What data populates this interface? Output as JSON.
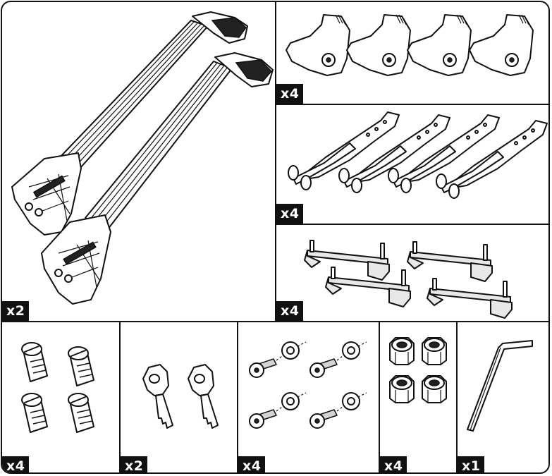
{
  "components": [
    {
      "id": "roof-bars",
      "quantity": "x2",
      "icon": "roof-bar-pair-icon"
    },
    {
      "id": "end-covers",
      "quantity": "x4",
      "icon": "end-cover-icon"
    },
    {
      "id": "straps",
      "quantity": "x4",
      "icon": "strap-icon"
    },
    {
      "id": "mounting-brackets",
      "quantity": "x4",
      "icon": "mounting-bracket-icon"
    },
    {
      "id": "lock-cylinders",
      "quantity": "x4",
      "icon": "lock-cylinder-icon"
    },
    {
      "id": "keys",
      "quantity": "x2",
      "icon": "key-icon"
    },
    {
      "id": "screws-washers",
      "quantity": "x4",
      "icon": "screw-washer-icon"
    },
    {
      "id": "nuts",
      "quantity": "x4",
      "icon": "nut-icon"
    },
    {
      "id": "hex-key",
      "quantity": "x1",
      "icon": "hex-key-icon"
    }
  ]
}
